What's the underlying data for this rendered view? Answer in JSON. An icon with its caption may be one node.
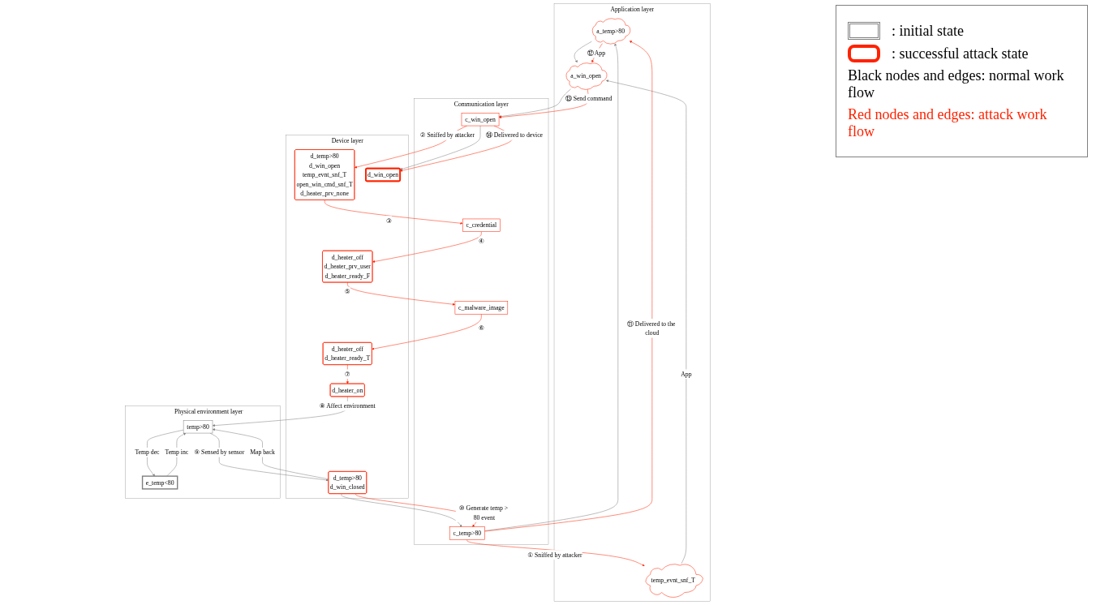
{
  "diagram": {
    "nodes": [
      {
        "text": [
          "Application layer"
        ]
      },
      {
        "text": [
          "a_temp>80"
        ],
        "in": 0
      },
      {
        "text": [
          "temp_evnt_snf_T"
        ],
        "in": 0
      },
      {
        "text": [
          "a_win_open"
        ],
        "in": 0
      },
      {
        "text": [
          "Communication layer"
        ]
      },
      {
        "text": [
          "c_temp>80"
        ],
        "in": 4
      },
      {
        "text": [
          "c_win_open"
        ],
        "in": 4
      },
      {
        "text": [
          "c_credential"
        ],
        "in": 4
      },
      {
        "text": [
          "c_malware_image"
        ],
        "in": 4
      },
      {
        "text": [
          "Device layer"
        ]
      },
      {
        "text": [
          "d_temp>80",
          "d_win_closed"
        ],
        "in": 9
      },
      {
        "text": [
          "d_win_open"
        ],
        "in": 9
      },
      {
        "text": [
          "d_temp>80",
          "d_win_open",
          "temp_evnt_snf_T",
          "open_win_cmd_snf_T",
          "d_heater_prv_none"
        ],
        "in": 9
      },
      {
        "text": [
          "d_heater_off",
          "d_heater_prv_user",
          "d_heater_ready_F"
        ],
        "in": 9
      },
      {
        "text": [
          "d_heater_off",
          "d_heater_ready_T"
        ],
        "in": 9
      },
      {
        "text": [
          "d_heater_on"
        ],
        "in": 9
      },
      {
        "text": [
          "Physical environment layer"
        ]
      },
      {
        "text": [
          "e_temp<80"
        ],
        "in": 16
      },
      {
        "text": [
          "temp>80"
        ],
        "in": 16
      }
    ],
    "edges": [
      {
        "from": 1,
        "to": 3,
        "arrow": "to",
        "color": "#808080"
      },
      {
        "from": 1,
        "to": 3,
        "arrow": "to",
        "label": "⑫ App"
      },
      {
        "from": 2,
        "to": 3,
        "arrow": "to",
        "label": "App",
        "color": "#808080"
      },
      {
        "from": 5,
        "to": 1,
        "arrow": "to",
        "color": "#808080"
      },
      {
        "from": 5,
        "to": 1,
        "arrow": "to",
        "label": "⑪ Delivered to the cloud"
      },
      {
        "from": 5,
        "to": 2,
        "arrow": "to",
        "label": "① Sniffed by attacker"
      },
      {
        "from": 3,
        "to": 6,
        "arrow": "to",
        "color": "#808080"
      },
      {
        "from": 3,
        "to": 6,
        "arrow": "to",
        "label": "⑬ Send command"
      },
      {
        "from": 6,
        "to": 11,
        "arrow": "to",
        "color": "#808080"
      },
      {
        "from": 6,
        "to": 11,
        "arrow": "to",
        "label": "⑭ Delivered to device"
      },
      {
        "from": 6,
        "to": 12,
        "arrow": "to",
        "label": "② Sniffed by attacker"
      },
      {
        "from": 12,
        "to": 7,
        "arrow": "to",
        "label": "③"
      },
      {
        "from": 7,
        "to": 13,
        "arrow": "to",
        "label": "④"
      },
      {
        "from": 13,
        "to": 8,
        "arrow": "to",
        "label": "⑤"
      },
      {
        "from": 8,
        "to": 14,
        "arrow": "to",
        "label": "⑥"
      },
      {
        "from": 14,
        "to": 15,
        "arrow": "to",
        "label": "⑦"
      },
      {
        "from": 10,
        "to": 5,
        "arrow": "to",
        "color": "#808080"
      },
      {
        "from": 10,
        "to": 5,
        "arrow": "to",
        "label": "⑩ Generate temp > 80 event"
      },
      {
        "from": 10,
        "to": 18,
        "arrow": "to",
        "label": "Map back",
        "color": "#808080"
      },
      {
        "from": 18,
        "to": 10,
        "arrow": "to",
        "label": "⑨ Sensed by sensor",
        "color": "#808080"
      },
      {
        "from": 18,
        "to": 17,
        "arrow": "to",
        "label": "Temp dec",
        "color": "#808080"
      },
      {
        "from": 17,
        "to": 18,
        "arrow": "to",
        "label": "Temp inc",
        "color": "#808080"
      },
      {
        "from": 15,
        "to": 18,
        "arrow": "to",
        "label": "⑧ Affect environment",
        "color": "#808080"
      }
    ],
    "legend": [
      {
        "text": ": initial state"
      },
      {
        "text": ": successful attack state"
      },
      {
        "text": "Black nodes and edges: normal work flow"
      },
      {
        "text": "Red nodes and edges: attack work flow"
      }
    ]
  }
}
